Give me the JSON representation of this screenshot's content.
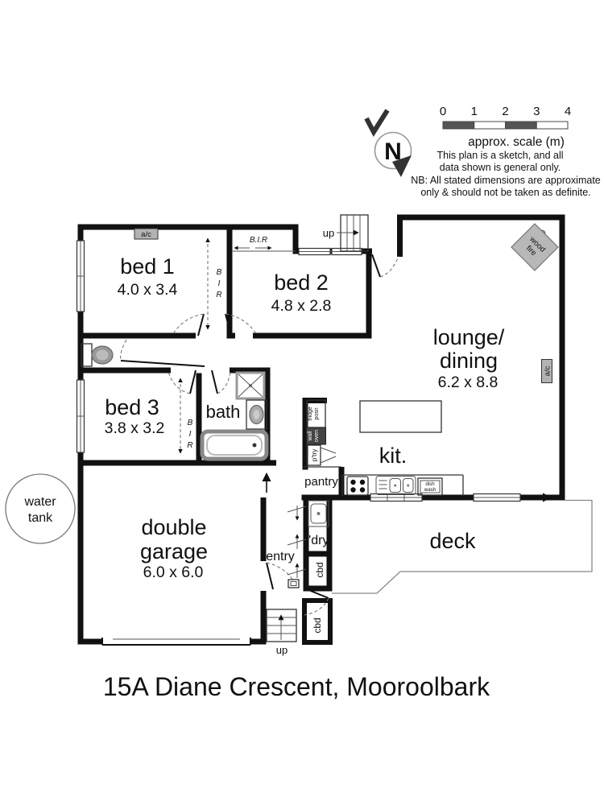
{
  "title": "15A Diane Crescent, Mooroolbark",
  "legend": {
    "compass_letter": "N",
    "scale_ticks": [
      "0",
      "1",
      "2",
      "3",
      "4"
    ],
    "scale_label": "approx. scale (m)",
    "sketch_note_line1": "This plan is a sketch, and all",
    "sketch_note_line2": "data shown is general only.",
    "nb_note_line1": "NB: All stated dimensions are approximate",
    "nb_note_line2": "only & should not be taken as definite."
  },
  "rooms": {
    "bed1": {
      "name": "bed 1",
      "dims": "4.0 x 3.4"
    },
    "bed2": {
      "name": "bed 2",
      "dims": "4.8 x 2.8"
    },
    "bed3": {
      "name": "bed 3",
      "dims": "3.8 x 3.2"
    },
    "lounge": {
      "name_line1": "lounge/",
      "name_line2": "dining",
      "dims": "6.2 x 8.8"
    },
    "kitchen": {
      "name": "kit."
    },
    "bath": {
      "name": "bath"
    },
    "laundry": {
      "name": "l'dry"
    },
    "garage": {
      "name_line1": "double",
      "name_line2": "garage",
      "dims": "6.0 x 6.0"
    },
    "deck": {
      "name": "deck"
    },
    "entry": {
      "name": "entry"
    },
    "pantry": {
      "name": "pantry"
    },
    "water_tank": {
      "line1": "water",
      "line2": "tank"
    }
  },
  "features": {
    "ac": "a/c",
    "wood_fire_line1": "wood",
    "wood_fire_line2": "fire",
    "bir": "B.I.R",
    "bir_letters": [
      "B",
      "I",
      "R"
    ],
    "up": "up",
    "cbd": "cbd",
    "fridge_line1": "fridge",
    "fridge_line2": "posn",
    "wall_oven_line1": "wall",
    "wall_oven_line2": "oven",
    "ptry": "p'try",
    "dishwasher_line1": "dish",
    "dishwasher_line2": "wash"
  },
  "colors": {
    "wall": "#111111",
    "badge_gray": "#b3b3b3",
    "fixture_gray": "#999999"
  }
}
